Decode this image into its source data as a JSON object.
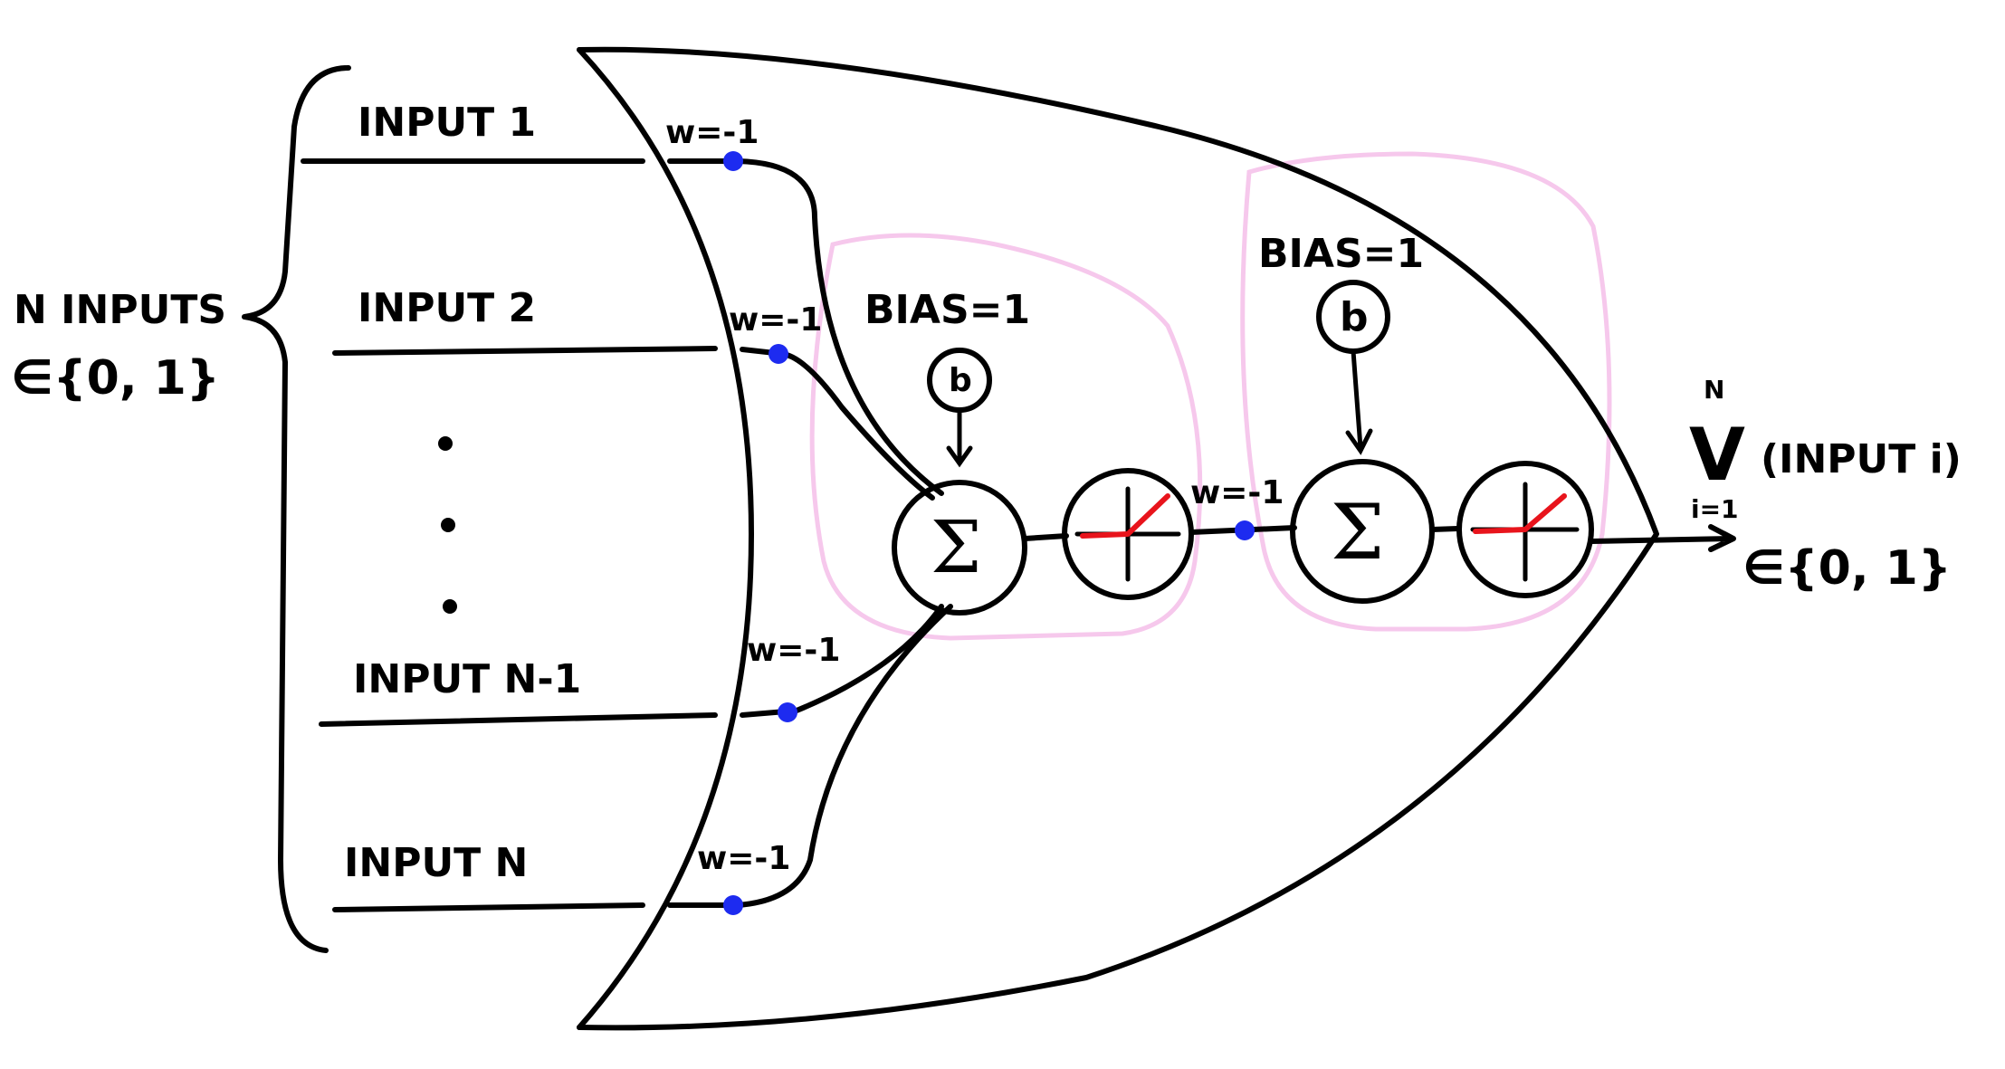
{
  "inputs": {
    "brace_label": "N INPUTS",
    "domain": "∈{0, 1}",
    "items": [
      {
        "label": "INPUT 1",
        "weight": "w=-1"
      },
      {
        "label": "INPUT 2",
        "weight": "w=-1"
      },
      {
        "label": "INPUT N-1",
        "weight": "w=-1"
      },
      {
        "label": "INPUT N",
        "weight": "w=-1"
      }
    ]
  },
  "neuron1": {
    "bias_label": "BIAS=1",
    "bias_symbol": "b",
    "sum_symbol": "Σ"
  },
  "link_weight": "w=-1",
  "neuron2": {
    "bias_label": "BIAS=1",
    "bias_symbol": "b",
    "sum_symbol": "Σ"
  },
  "output": {
    "operator": "V",
    "upper": "N",
    "lower": "i=1",
    "term": "(INPUT i)",
    "domain": "∈{0, 1}"
  },
  "colors": {
    "ink": "#000000",
    "relu": "#e8141c",
    "weight_dot": "#1d2bf0",
    "group_outline": "#f6c8ec"
  }
}
